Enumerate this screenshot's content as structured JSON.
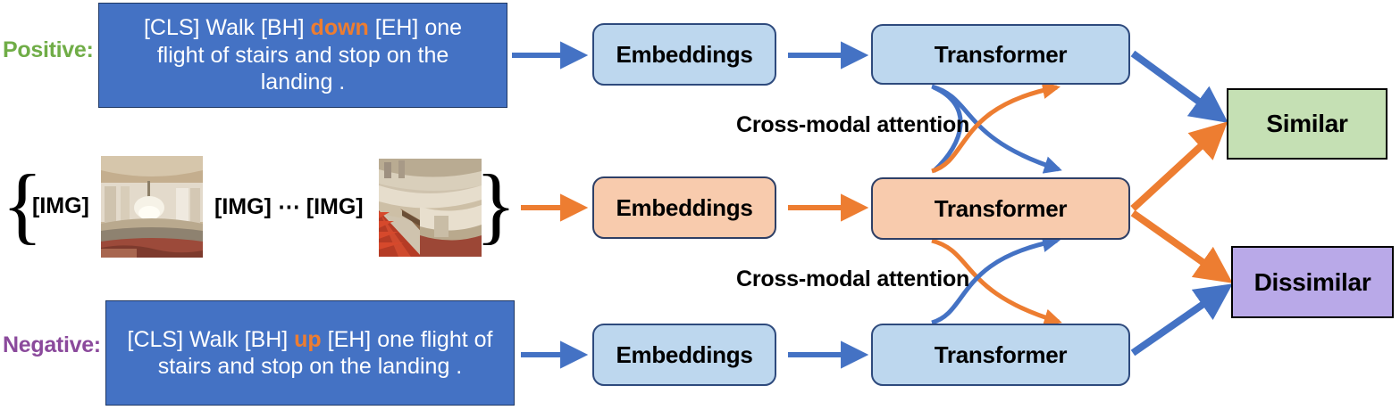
{
  "diagram": {
    "title": "Cross-modal contrastive vision-and-language architecture",
    "colors": {
      "text_box_blue": "#4472C4",
      "module_blue": "#BDD7EE",
      "module_orange": "#F8CBAD",
      "similar_green": "#C5E0B4",
      "dissimilar_purple": "#B9A9E8",
      "arrow_blue": "#4472C4",
      "arrow_orange": "#ED7D31",
      "positive_label": "#70AD47",
      "negative_label": "#8B4A9C",
      "highlight_orange": "#ED7D31"
    }
  },
  "rows": {
    "positive": {
      "label": "Positive:",
      "sentence": {
        "prefix": "[CLS] Walk [BH] ",
        "highlight": "down",
        "suffix": " [EH] one flight of stairs and stop on the landing ."
      },
      "embeddings_label": "Embeddings",
      "transformer_label": "Transformer"
    },
    "image": {
      "brace_open": "{",
      "brace_close": "}",
      "token_left": "[IMG]",
      "token_right": "[IMG] ⋯ [IMG]",
      "embeddings_label": "Embeddings",
      "transformer_label": "Transformer",
      "thumb_left_alt": "ornate-ballroom-interior-thumbnail",
      "thumb_right_alt": "red-carpet-staircase-thumbnail"
    },
    "negative": {
      "label": "Negative:",
      "sentence": {
        "prefix": "[CLS] Walk [BH] ",
        "highlight": "up",
        "suffix": " [EH] one flight of stairs and stop on the landing ."
      },
      "embeddings_label": "Embeddings",
      "transformer_label": "Transformer"
    }
  },
  "annotations": {
    "cross_modal_top": "Cross-modal attention",
    "cross_modal_bottom": "Cross-modal attention"
  },
  "outputs": {
    "similar": "Similar",
    "dissimilar": "Dissimilar"
  }
}
